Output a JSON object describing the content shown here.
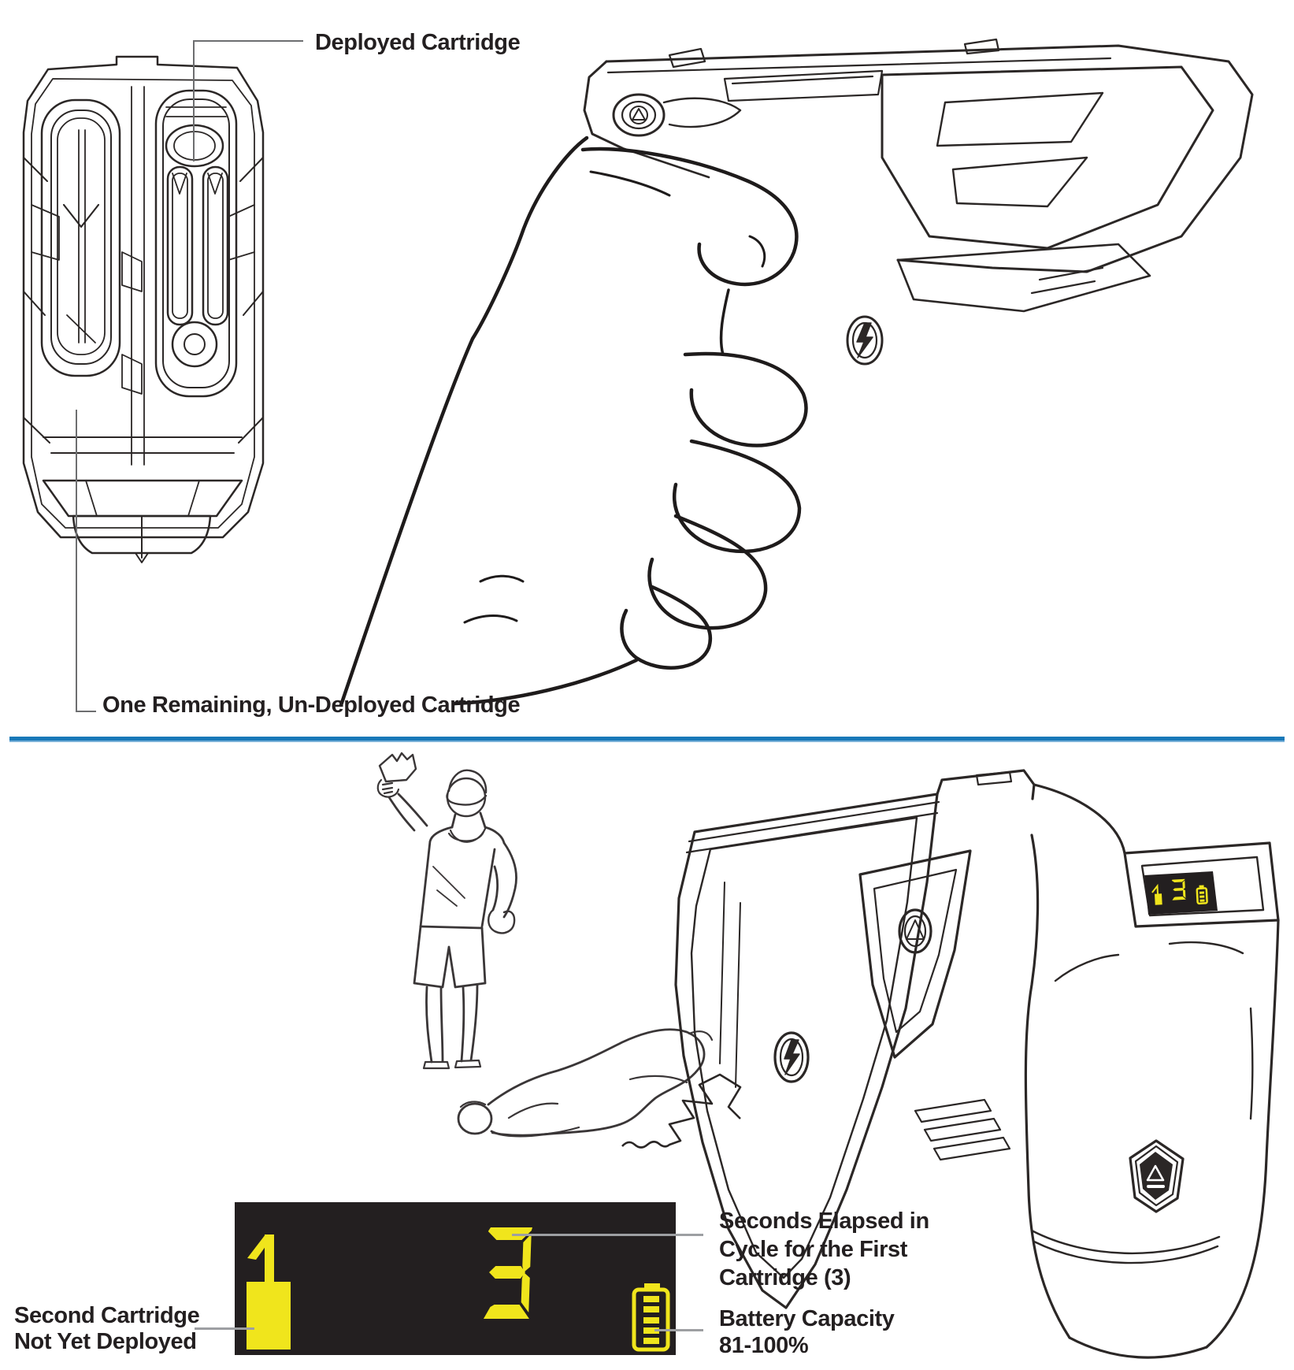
{
  "colors": {
    "background": "#ffffff",
    "line_art": "#2b2726",
    "leader_dark": "#6d6e70",
    "leader_light": "#9d9fa2",
    "divider_blue": "#1878b8",
    "display_background": "#231f20",
    "display_yellow": "#f0e51c",
    "text": "#231f20"
  },
  "top_section": {
    "callout_deployed": {
      "label": "Deployed Cartridge"
    },
    "callout_remaining": {
      "label": "One Remaining, Un-Deployed Cartridge"
    },
    "icons": {
      "cartridge_bay_front": "cartridge-bay-front-view-illustration",
      "hand_device": "hand-holding-device-illustration",
      "delta_logo": "delta-logo-icon",
      "lightning_button": "lightning-bolt-button-icon"
    }
  },
  "bottom_section": {
    "icons": {
      "scene": "subject-and-fallen-person-illustration",
      "device_rear": "device-rear-view-illustration",
      "warning_emblem": "warning-triangle-icon",
      "battery": "battery-full-icon",
      "cartridge_indicator": "cartridge-indicator-icon"
    },
    "cid_panel": {
      "cartridge_indicator_value": "1",
      "seconds_value": "3",
      "battery_bars": "5",
      "battery_level": "81-100%"
    },
    "device_display": {
      "cartridge_indicator_value": "1",
      "seconds_value": "3",
      "battery_level": "81-100%"
    },
    "callout_second_cartridge": {
      "line1": "Second Cartridge",
      "line2": "Not Yet Deployed"
    },
    "callout_seconds": {
      "line1": "Seconds Elapsed in",
      "line2": "Cycle for the First",
      "line3": "Cartridge (3)"
    },
    "callout_battery": {
      "line1": "Battery Capacity",
      "line2": "81-100%"
    }
  }
}
